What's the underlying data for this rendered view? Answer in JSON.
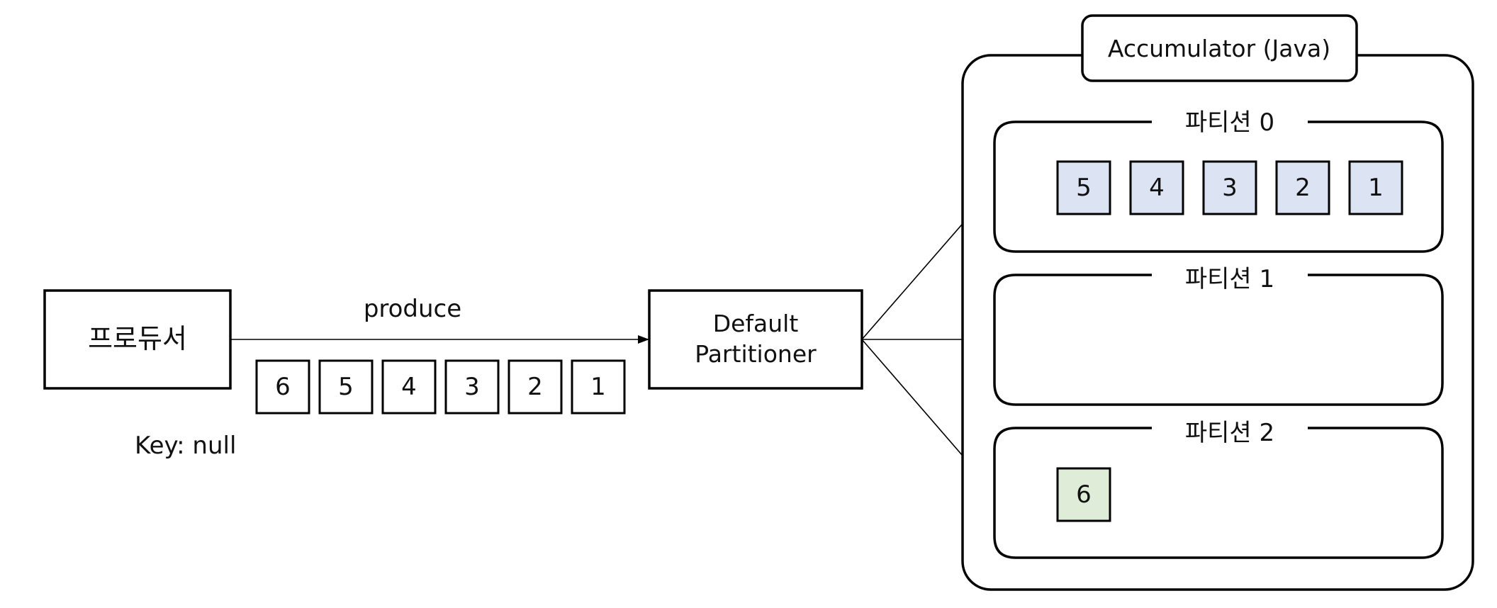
{
  "producer": {
    "label": "프로듀서"
  },
  "produce_edge": {
    "label": "produce"
  },
  "incoming_messages": {
    "items": [
      "6",
      "5",
      "4",
      "3",
      "2",
      "1"
    ],
    "key_label": "Key: null"
  },
  "partitioner": {
    "line1": "Default",
    "line2": "Partitioner"
  },
  "accumulator": {
    "title": "Accumulator (Java)",
    "partitions": [
      {
        "title": "파티션 0",
        "messages": [
          "5",
          "4",
          "3",
          "2",
          "1"
        ],
        "fill": "#dce3f2"
      },
      {
        "title": "파티션 1",
        "messages": [],
        "fill": "#dce3f2"
      },
      {
        "title": "파티션 2",
        "messages": [
          "6"
        ],
        "fill": "#dfedd8"
      }
    ]
  },
  "colors": {
    "line": "#000000",
    "partition0_message_fill": "#dce3f2",
    "partition2_message_fill": "#dfedd8"
  }
}
